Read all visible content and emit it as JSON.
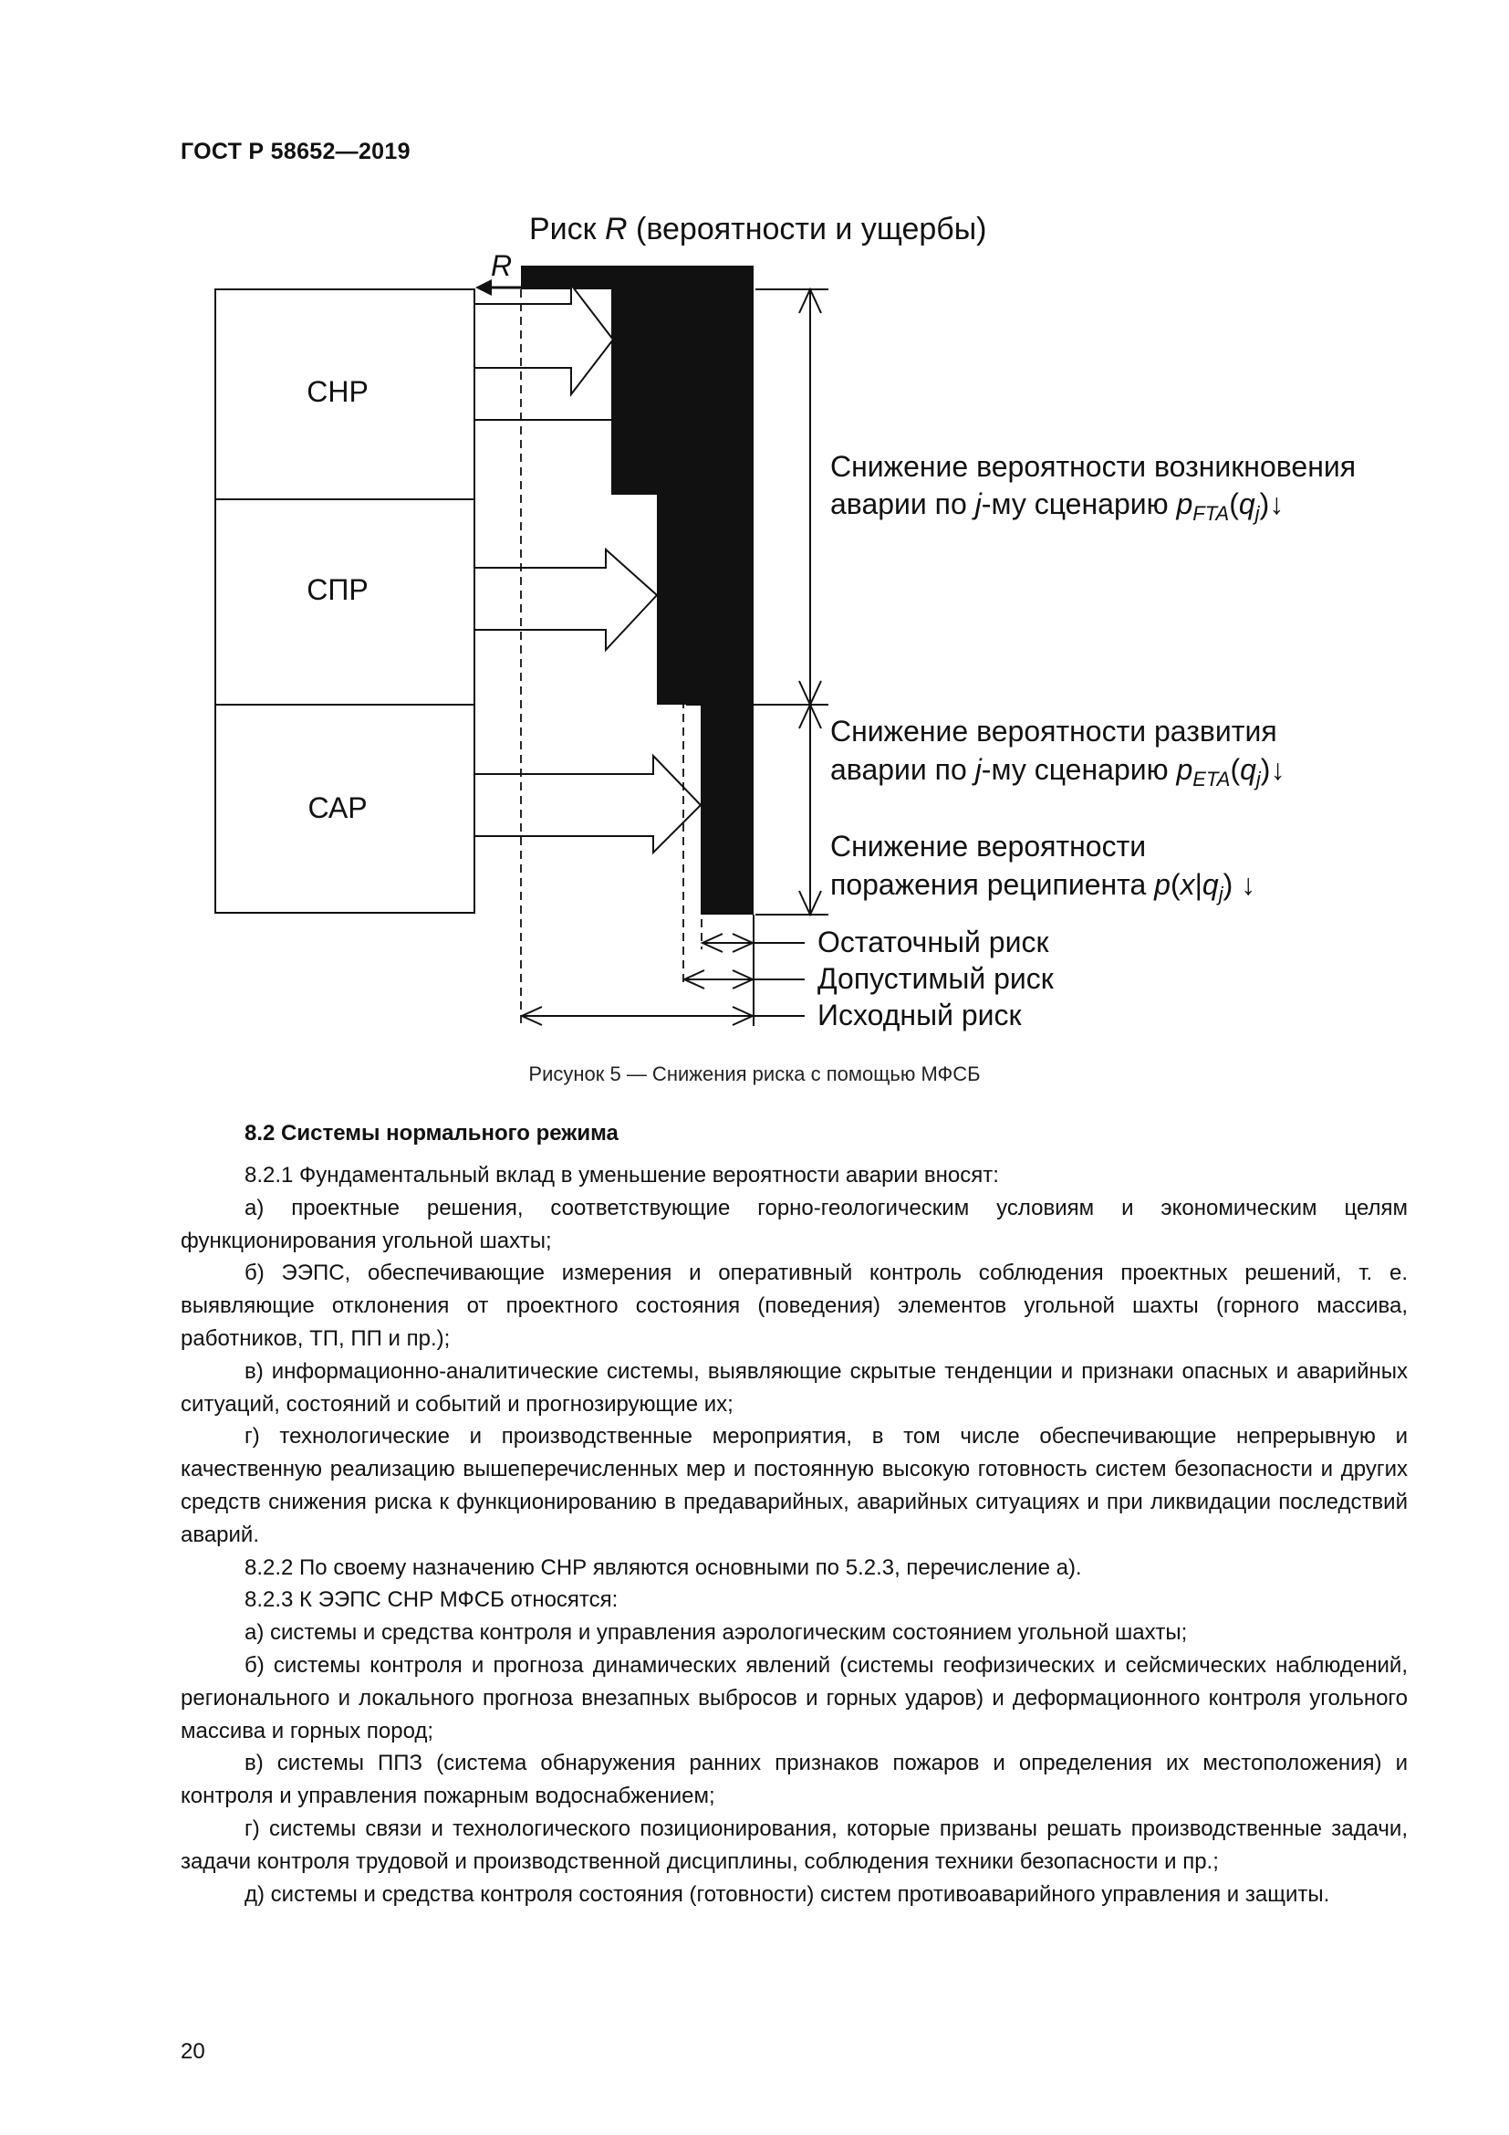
{
  "header": {
    "doc_id": "ГОСТ Р 58652—2019"
  },
  "figure": {
    "title_prefix": "Риск ",
    "title_var": "R",
    "title_suffix": " (вероятности и ущербы)",
    "r_label": "R",
    "boxes": [
      "СНР",
      "СПР",
      "САР"
    ],
    "ann_fta": {
      "line1": "Снижение вероятности возникновения",
      "line2_text": "аварии по ",
      "line2_j": "j",
      "line2_mid": "-му сценарию ",
      "p": "p",
      "sub": "FTA",
      "open": "(",
      "q": "q",
      "qsub": "j",
      "close": ")↓"
    },
    "ann_eta": {
      "line1": "Снижение вероятности развития",
      "line2_text": "аварии по ",
      "line2_j": "j",
      "line2_mid": "-му сценарию ",
      "p": "p",
      "sub": "ETA",
      "open": "(",
      "q": "q",
      "qsub": "j",
      "close": ")↓"
    },
    "ann_recipient": {
      "line1": "Снижение вероятности",
      "line2_text": "поражения реципиента ",
      "p": "p",
      "open": "(",
      "x": "x",
      "bar": "|",
      "q": "q",
      "qsub": "j",
      "close": ") ↓"
    },
    "legend": [
      "Остаточный риск",
      "Допустимый риск",
      "Исходный риск"
    ]
  },
  "caption": "Рисунок 5 — Снижения риска с помощью МФСБ",
  "section_title": "8.2 Системы нормального режима",
  "paragraphs": [
    "8.2.1 Фундаментальный вклад в уменьшение вероятности аварии вносят:",
    "а) проектные решения, соответствующие горно-геологическим условиям и экономическим целям функционирования угольной шахты;",
    "б) ЭЭПС, обеспечивающие измерения и оперативный контроль соблюдения проектных решений, т. е. выявляющие отклонения от проектного состояния (поведения) элементов угольной шахты (горного массива, работников, ТП, ПП и пр.);",
    "в) информационно-аналитические системы, выявляющие скрытые тенденции и признаки опасных и аварийных ситуаций, состояний и событий и прогнозирующие их;",
    "г) технологические и производственные мероприятия, в том числе обеспечивающие непрерывную и качественную реализацию вышеперечисленных мер и постоянную высокую готовность систем безопасности и других средств снижения риска к функционированию в предаварийных, аварийных ситуациях и при ликвидации последствий аварий.",
    "8.2.2 По своему назначению СНР являются основными по 5.2.3, перечисление а).",
    "8.2.3 К ЭЭПС СНР МФСБ относятся:",
    "а) системы и средства контроля и управления аэрологическим состоянием угольной шахты;",
    "б) системы контроля и прогноза динамических явлений (системы геофизических и сейсмических наблюдений, регионального и локального прогноза внезапных выбросов и горных ударов) и деформационного контроля угольного массива и горных пород;",
    "в) системы ППЗ (система обнаружения ранних признаков пожаров и определения их местоположения) и контроля и управления пожарным водоснабжением;",
    "г) системы связи и технологического позиционирования, которые призваны решать производственные задачи, задачи контроля трудовой и производственной дисциплины, соблюдения техники безопасности и пр.;",
    "д) системы и средства контроля состояния (готовности) систем противоаварийного управления и защиты."
  ],
  "page_number": "20"
}
